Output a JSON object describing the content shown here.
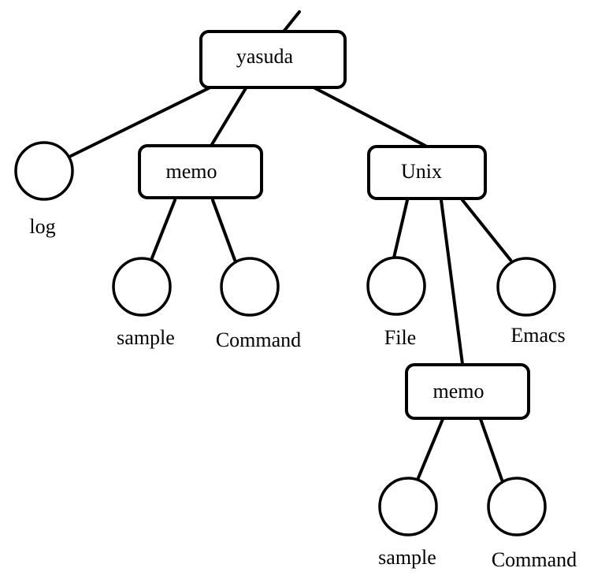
{
  "tree": {
    "root": "yasuda",
    "nodes": [
      {
        "id": "yasuda",
        "kind": "directory",
        "label": "yasuda"
      },
      {
        "id": "log",
        "kind": "file",
        "label": "log"
      },
      {
        "id": "memo1",
        "kind": "directory",
        "label": "memo"
      },
      {
        "id": "unix",
        "kind": "directory",
        "label": "Unix"
      },
      {
        "id": "sample1",
        "kind": "file",
        "label": "sample"
      },
      {
        "id": "command1",
        "kind": "file",
        "label": "Command"
      },
      {
        "id": "file",
        "kind": "file",
        "label": "File"
      },
      {
        "id": "emacs",
        "kind": "file",
        "label": "Emacs"
      },
      {
        "id": "memo2",
        "kind": "directory",
        "label": "memo"
      },
      {
        "id": "sample2",
        "kind": "file",
        "label": "sample"
      },
      {
        "id": "command2",
        "kind": "file",
        "label": "Command"
      }
    ],
    "edges": [
      [
        "yasuda",
        "log"
      ],
      [
        "yasuda",
        "memo1"
      ],
      [
        "yasuda",
        "unix"
      ],
      [
        "memo1",
        "sample1"
      ],
      [
        "memo1",
        "command1"
      ],
      [
        "unix",
        "file"
      ],
      [
        "unix",
        "memo2"
      ],
      [
        "unix",
        "emacs"
      ],
      [
        "memo2",
        "sample2"
      ],
      [
        "memo2",
        "command2"
      ]
    ]
  }
}
